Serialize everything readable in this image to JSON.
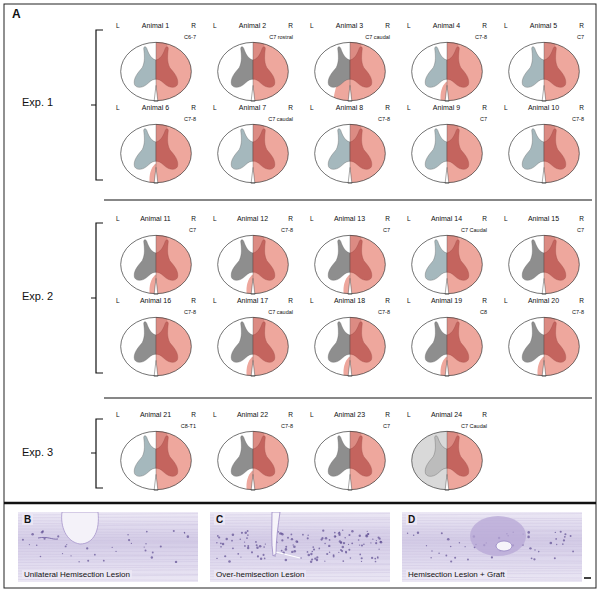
{
  "diagram": {
    "nodes": [
      {
        "text": [
          "Animal 1",
          "L",
          "R",
          "C6-7"
        ]
      },
      {
        "text": [
          "Animal 2",
          "L",
          "R",
          "C7 rostral"
        ]
      },
      {
        "text": [
          "Animal 3",
          "L",
          "R",
          "C7 caudal"
        ]
      },
      {
        "text": [
          "Animal 4",
          "L",
          "R",
          "C7-8"
        ]
      },
      {
        "text": [
          "Animal 5",
          "L",
          "R",
          "C7"
        ]
      },
      {
        "text": [
          "Animal 6",
          "L",
          "R",
          "C7-8"
        ]
      },
      {
        "text": [
          "Animal 7",
          "L",
          "R",
          "C7 caudal"
        ]
      },
      {
        "text": [
          "Animal 8",
          "L",
          "R",
          "C7-8"
        ]
      },
      {
        "text": [
          "Animal 9",
          "L",
          "R",
          "C7"
        ]
      },
      {
        "text": [
          "Animal 10",
          "L",
          "R",
          "C7-8"
        ]
      },
      {
        "text": [
          "Animal 11",
          "L",
          "R",
          "C7"
        ]
      },
      {
        "text": [
          "Animal 12",
          "L",
          "R",
          "C7-8"
        ]
      },
      {
        "text": [
          "Animal 13",
          "L",
          "R",
          "C7"
        ]
      },
      {
        "text": [
          "Animal 14",
          "L",
          "R",
          "C7 Caudal"
        ]
      },
      {
        "text": [
          "Animal 15",
          "L",
          "R",
          "C7"
        ]
      },
      {
        "text": [
          "Animal 16",
          "L",
          "R",
          "C7-8"
        ]
      },
      {
        "text": [
          "Animal 17",
          "L",
          "R",
          "C7 caudal"
        ]
      },
      {
        "text": [
          "Animal 18",
          "L",
          "R",
          "C7-8"
        ]
      },
      {
        "text": [
          "Animal 19",
          "L",
          "R",
          "C8"
        ]
      },
      {
        "text": [
          "Animal 20",
          "L",
          "R",
          "C7-8"
        ]
      },
      {
        "text": [
          "Animal 21",
          "L",
          "R",
          "C8-T1"
        ]
      },
      {
        "text": [
          "Animal 22",
          "L",
          "R",
          "C7-8"
        ]
      },
      {
        "text": [
          "Animal 23",
          "L",
          "R",
          "C7"
        ]
      },
      {
        "text": [
          "Animal 24",
          "L",
          "R",
          "C7 Caudal"
        ]
      },
      {
        "text": [
          "B",
          "Unilateral Hemisection Lesion"
        ]
      },
      {
        "text": [
          "C",
          "Over-hemisection Lesion"
        ]
      },
      {
        "text": [
          "D",
          "Hemisection Lesion + Graft"
        ]
      }
    ],
    "labels": [
      "A",
      "Exp. 1",
      "Exp. 2",
      "Exp. 3"
    ]
  }
}
